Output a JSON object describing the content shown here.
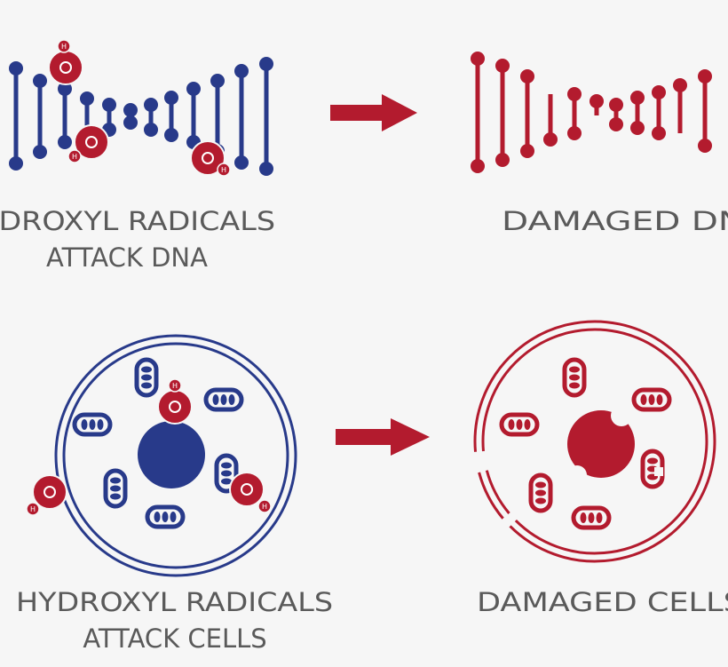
{
  "colors": {
    "healthy": "#283a8a",
    "damaged": "#b31b2e",
    "background": "#f6f6f6",
    "text": "#5a5a5a"
  },
  "icons": [
    "dna-strand",
    "hydroxyl-radical",
    "arrow-right",
    "cell",
    "damaged-dna",
    "damaged-cell"
  ],
  "panels": {
    "dna_attack": {
      "line1": "HYDROXYL RADICALS",
      "line2": "ATTACK DNA"
    },
    "dna_damaged": {
      "line1": "DAMAGED DNA"
    },
    "cell_attack": {
      "line1": "HYDROXYL RADICALS",
      "line2": "ATTACK CELLS"
    },
    "cell_damaged": {
      "line1": "DAMAGED CELLS"
    }
  },
  "radical_label": "H"
}
